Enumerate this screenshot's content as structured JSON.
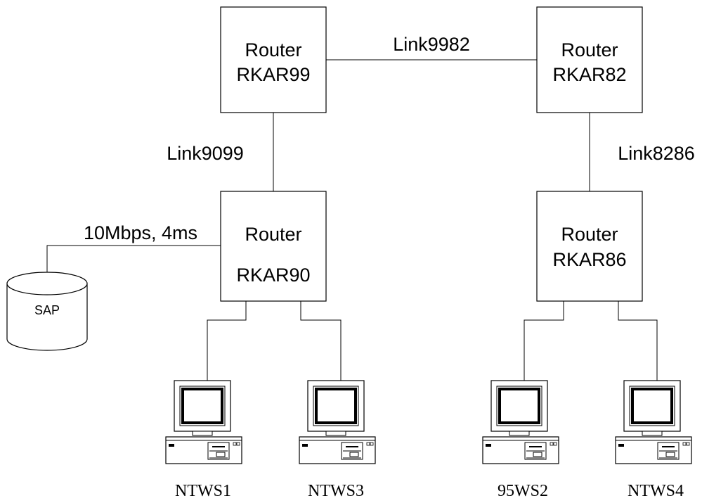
{
  "routers": [
    {
      "id": "rkar99",
      "line1": "Router",
      "line2": "RKAR99"
    },
    {
      "id": "rkar82",
      "line1": "Router",
      "line2": "RKAR82"
    },
    {
      "id": "rkar90",
      "line1": "Router",
      "line2": "RKAR90"
    },
    {
      "id": "rkar86",
      "line1": "Router",
      "line2": "RKAR86"
    }
  ],
  "links": {
    "link9982": "Link9982",
    "link9099": "Link9099",
    "link8286": "Link8286",
    "sap_link": "10Mbps, 4ms"
  },
  "database": {
    "label": "SAP"
  },
  "workstations": [
    {
      "id": "ntws1",
      "label": "NTWS1"
    },
    {
      "id": "ntws3",
      "label": "NTWS3"
    },
    {
      "id": "95ws2",
      "label": "95WS2"
    },
    {
      "id": "ntws4",
      "label": "NTWS4"
    }
  ]
}
